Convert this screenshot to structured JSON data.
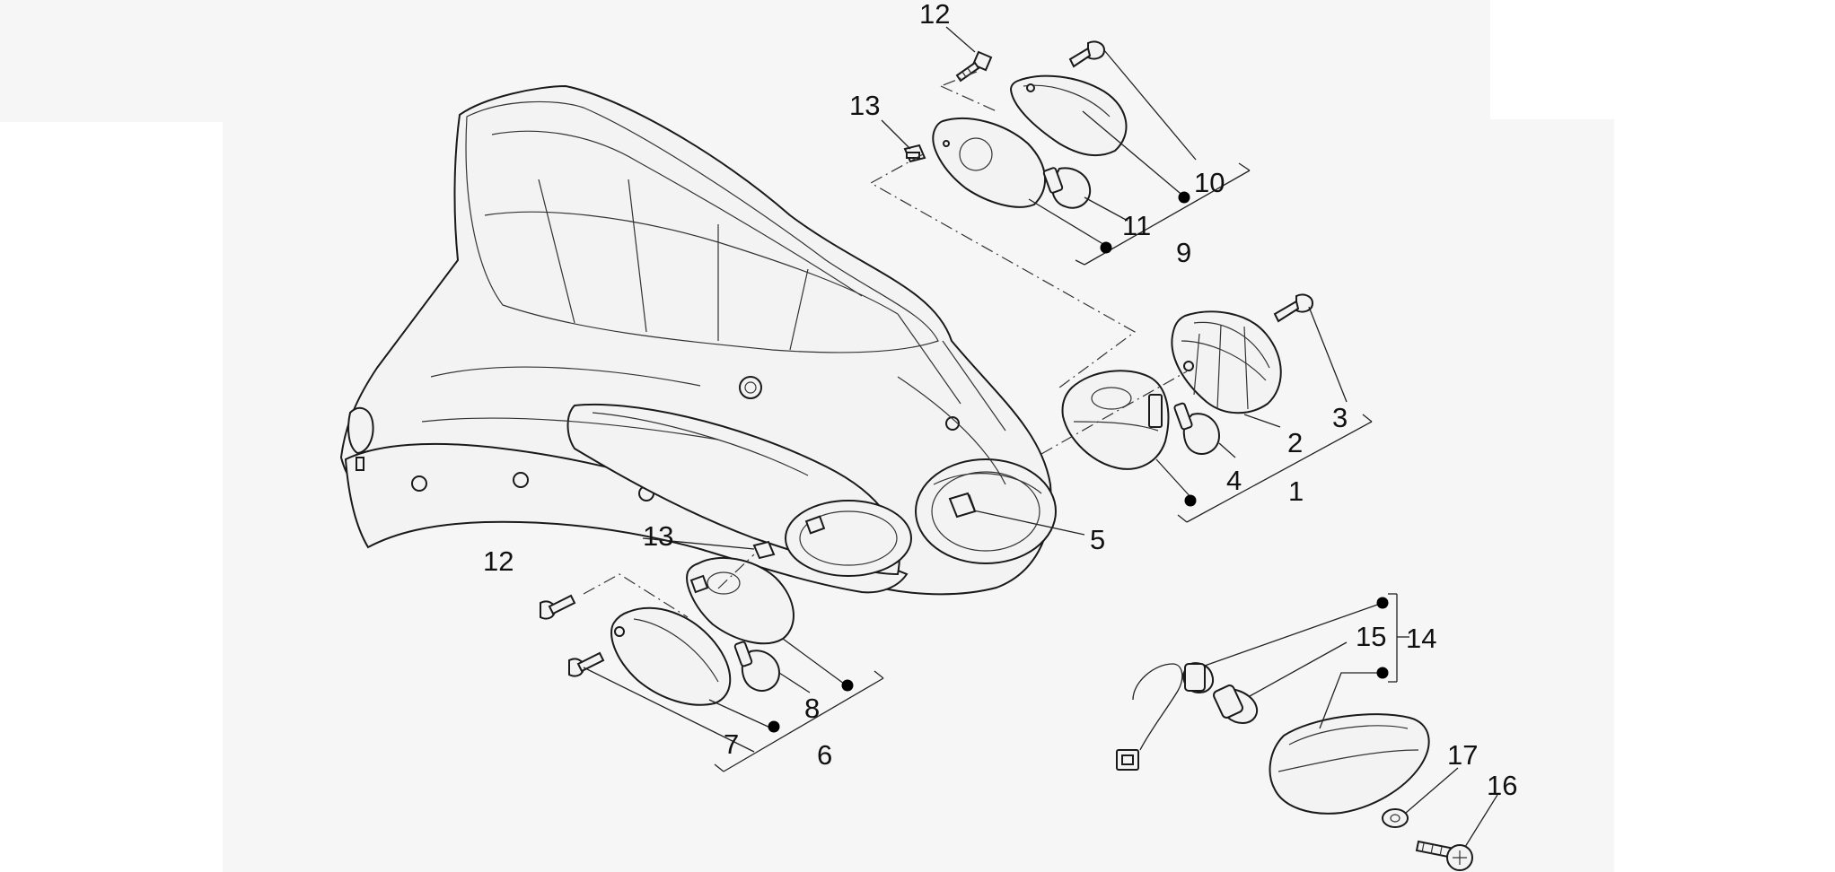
{
  "diagram": {
    "callouts": [
      {
        "id": "c1",
        "text": "1"
      },
      {
        "id": "c2",
        "text": "2"
      },
      {
        "id": "c3",
        "text": "3"
      },
      {
        "id": "c4",
        "text": "4"
      },
      {
        "id": "c5",
        "text": "5"
      },
      {
        "id": "c6",
        "text": "6"
      },
      {
        "id": "c7",
        "text": "7"
      },
      {
        "id": "c8",
        "text": "8"
      },
      {
        "id": "c9",
        "text": "9"
      },
      {
        "id": "c10",
        "text": "10"
      },
      {
        "id": "c11",
        "text": "11"
      },
      {
        "id": "c12a",
        "text": "12"
      },
      {
        "id": "c12b",
        "text": "12"
      },
      {
        "id": "c13a",
        "text": "13"
      },
      {
        "id": "c13b",
        "text": "13"
      },
      {
        "id": "c14",
        "text": "14"
      },
      {
        "id": "c15",
        "text": "15"
      },
      {
        "id": "c16",
        "text": "16"
      },
      {
        "id": "c17",
        "text": "17"
      }
    ]
  }
}
